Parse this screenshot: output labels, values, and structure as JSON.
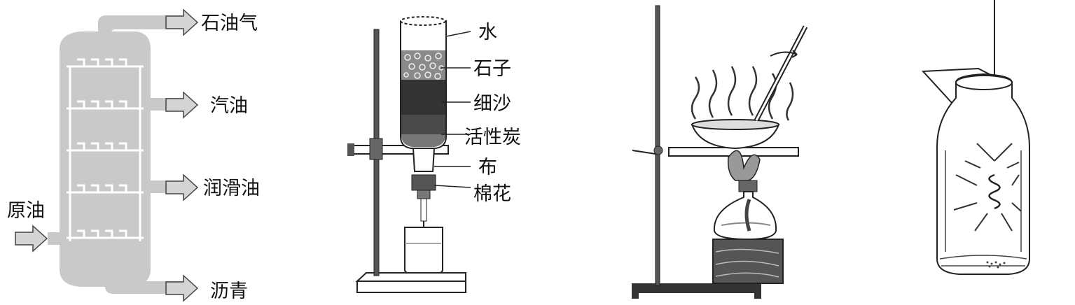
{
  "panels": {
    "distillation": {
      "input_label": "原油",
      "outputs": [
        "石油气",
        "汽油",
        "润滑油",
        "沥青"
      ]
    },
    "water_filter": {
      "labels": [
        "水",
        "石子",
        "细沙",
        "活性炭",
        "布",
        "棉花"
      ]
    },
    "evaporation": {},
    "combustion_jar": {}
  },
  "colors": {
    "tower_fill": "#c9c9c9",
    "arrow_fill": "#d4d4d4",
    "ink": "#222222"
  }
}
